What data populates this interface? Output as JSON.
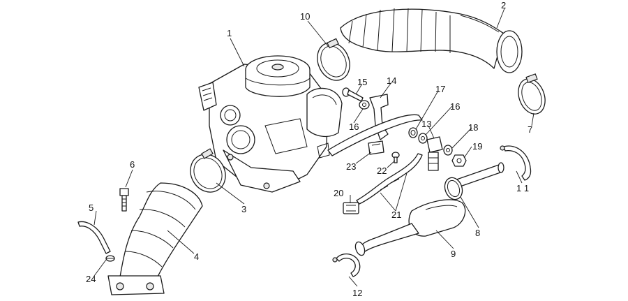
{
  "callouts": {
    "c1": "1",
    "c2": "2",
    "c3": "3",
    "c4": "4",
    "c5": "5",
    "c6": "6",
    "c7": "7",
    "c8": "8",
    "c9": "9",
    "c10": "10",
    "c11": "1 1",
    "c12": "12",
    "c13": "13",
    "c14": "14",
    "c15": "15",
    "c16a": "16",
    "c16b": "16",
    "c17": "17",
    "c18": "18",
    "c19": "19",
    "c20": "20",
    "c21": "21",
    "c22": "22",
    "c23": "23",
    "c24": "24"
  }
}
